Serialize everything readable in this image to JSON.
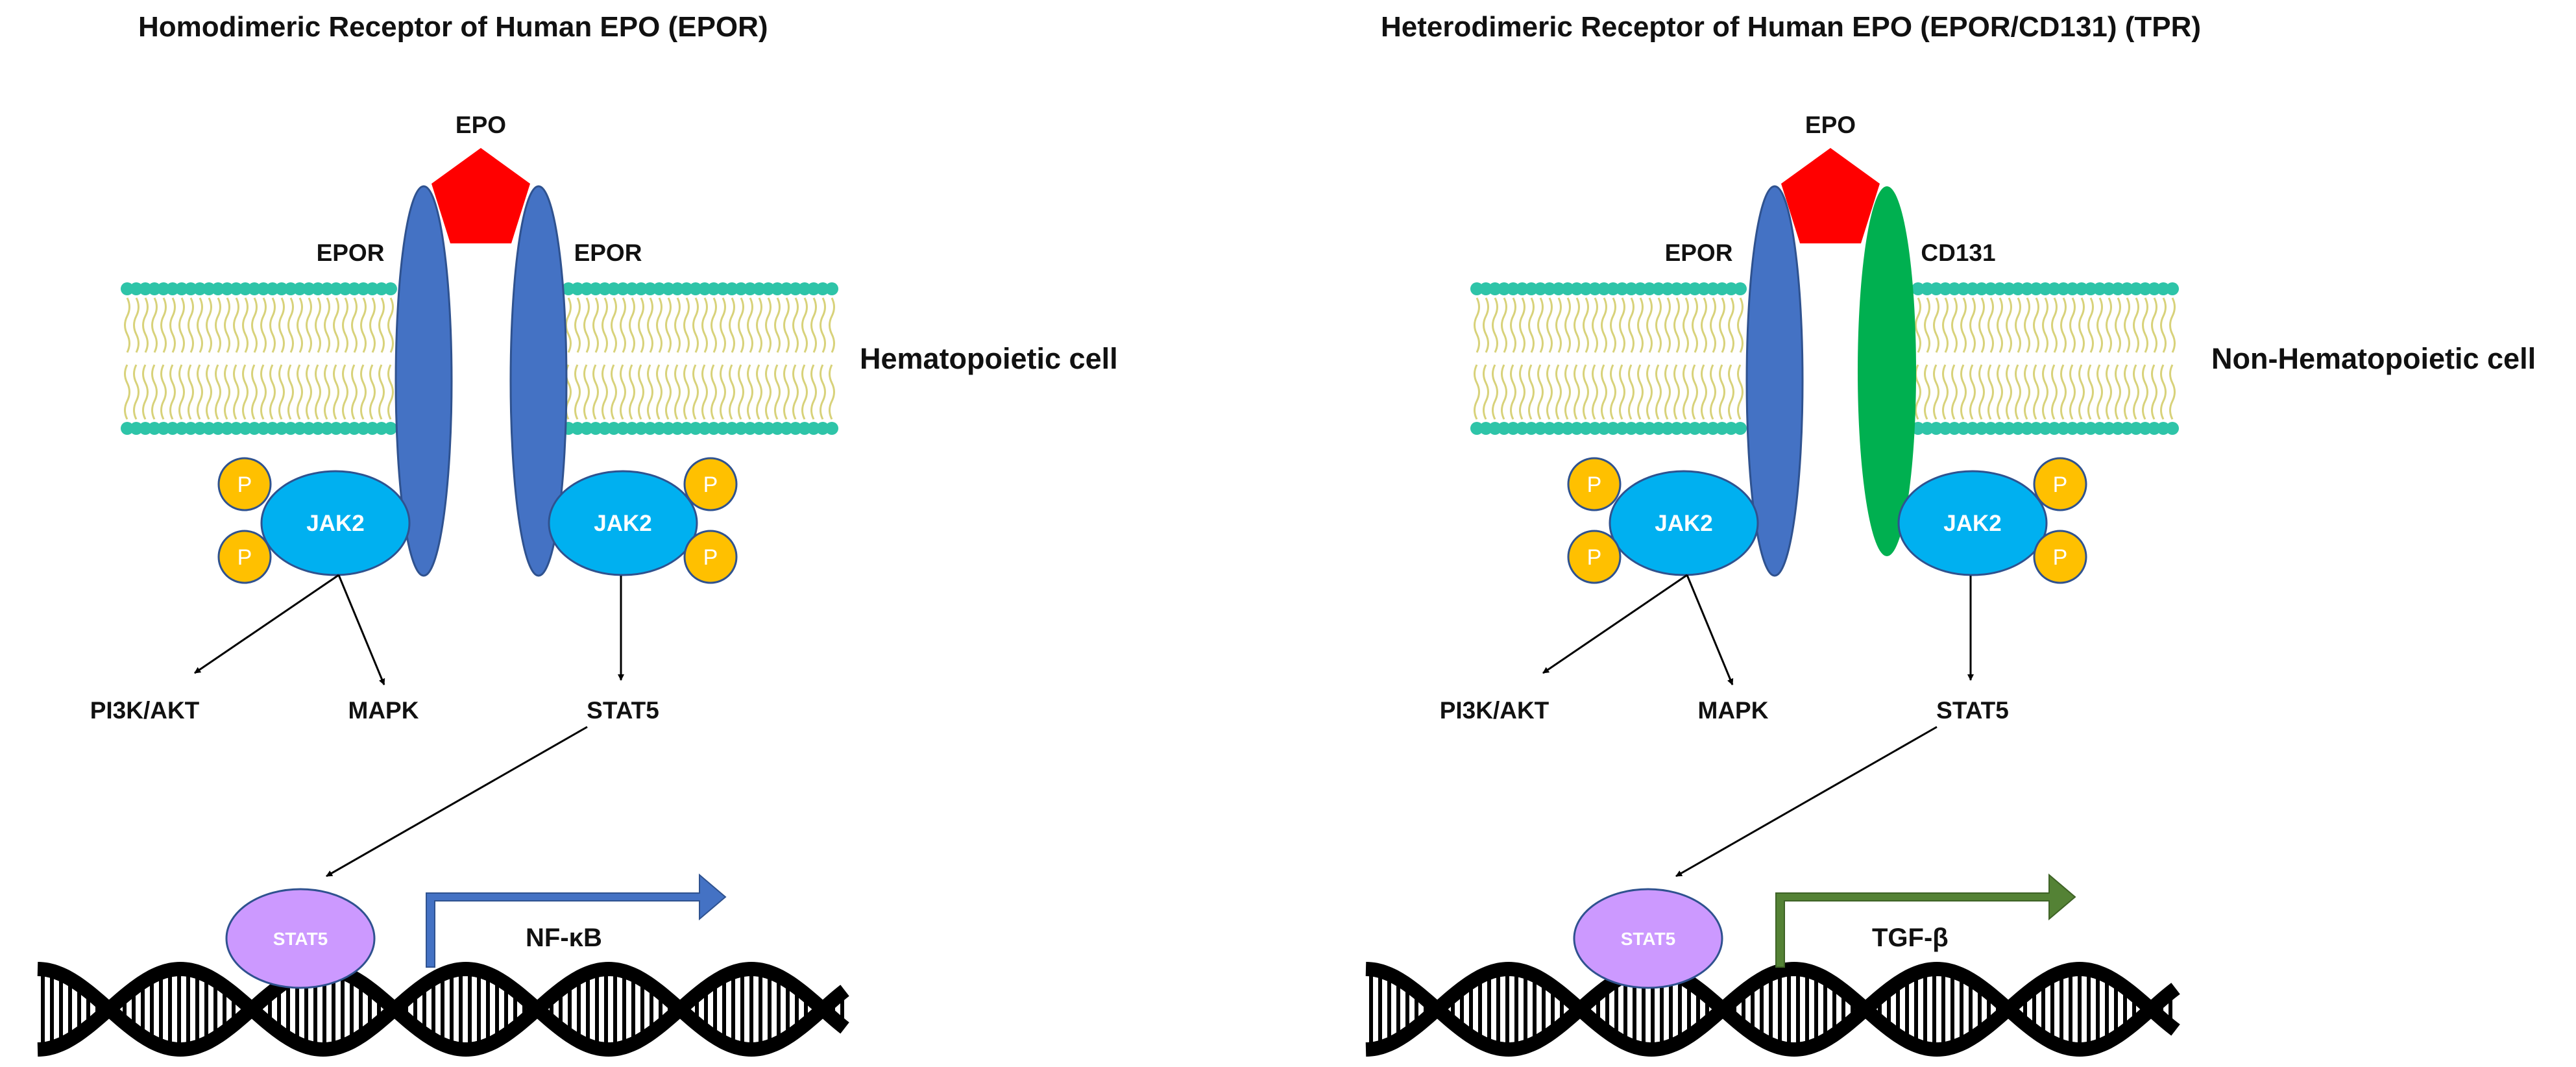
{
  "panels": {
    "left": {
      "title": "Homodimeric Receptor of Human EPO (EPOR)",
      "ligand": "EPO",
      "receptor_left": "EPOR",
      "receptor_right": "EPOR",
      "cell_type": "Hematopoietic cell",
      "kinase_left": "JAK2",
      "kinase_right": "JAK2",
      "phospho": "P",
      "path_1": "PI3K/AKT",
      "path_2": "MAPK",
      "path_3": "STAT5",
      "tf": "STAT5",
      "gene": "NF-κB"
    },
    "right": {
      "title": "Heterodimeric Receptor of Human EPO (EPOR/CD131) (TPR)",
      "ligand": "EPO",
      "receptor_left": "EPOR",
      "receptor_right": "CD131",
      "cell_type": "Non-Hematopoietic cell",
      "kinase_left": "JAK2",
      "kinase_right": "JAK2",
      "phospho": "P",
      "path_1": "PI3K/AKT",
      "path_2": "MAPK",
      "path_3": "STAT5",
      "tf": "STAT5",
      "gene": "TGF-β"
    }
  },
  "colors": {
    "epo": "#ff0000",
    "epor": "#4472c4",
    "cd131": "#00b050",
    "jak2": "#00b0f0",
    "phospho": "#ffc000",
    "stat5_tf": "#cc99ff",
    "membrane_head": "#2ec4a8",
    "membrane_tail": "#d8d27a",
    "arrow_nfkb": "#4472c4",
    "arrow_tgfb": "#548235",
    "dna": "#000000"
  }
}
